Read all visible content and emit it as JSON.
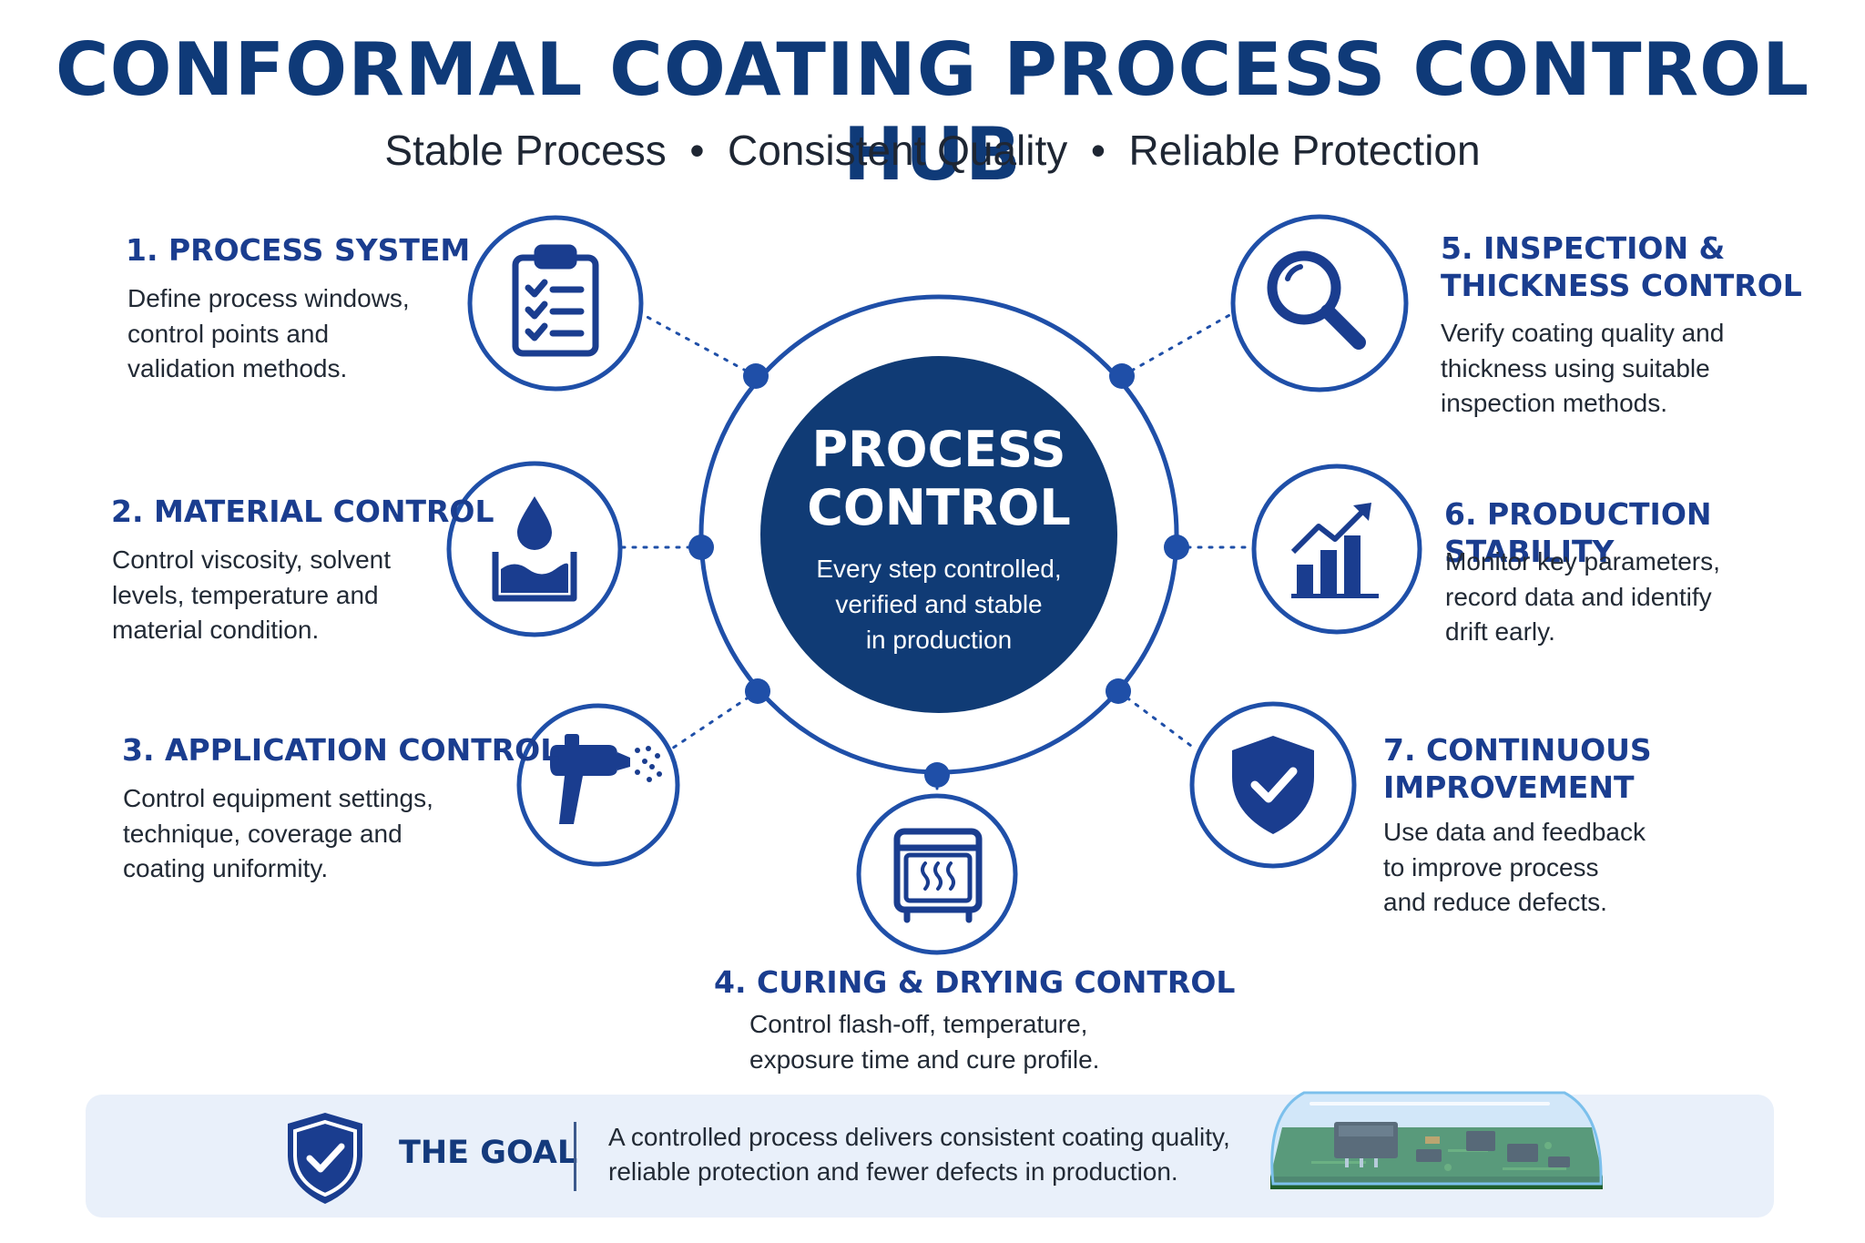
{
  "header": {
    "title": "CONFORMAL COATING PROCESS CONTROL HUB",
    "subtitle": "Stable Process  •  Consistent Quality  •  Reliable Protection"
  },
  "center": {
    "title": "PROCESS\nCONTROL",
    "description": "Every step controlled,\nverified and stable\nin production"
  },
  "steps": [
    {
      "title": "1. PROCESS SYSTEM",
      "description": "Define process windows,\ncontrol points and\nvalidation methods.",
      "icon": "clipboard-checklist-icon"
    },
    {
      "title": "2. MATERIAL CONTROL",
      "description": "Control viscosity, solvent\nlevels, temperature and\nmaterial condition.",
      "icon": "liquid-drop-tank-icon"
    },
    {
      "title": "3. APPLICATION CONTROL",
      "description": "Control equipment settings,\ntechnique, coverage and\ncoating uniformity.",
      "icon": "spray-gun-icon"
    },
    {
      "title": "4. CURING & DRYING CONTROL",
      "description": "Control flash-off, temperature,\nexposure time and cure profile.",
      "icon": "curing-oven-icon"
    },
    {
      "title": "5. INSPECTION &\nTHICKNESS CONTROL",
      "description": "Verify coating quality and\nthickness using suitable\ninspection methods.",
      "icon": "magnifier-icon"
    },
    {
      "title": "6. PRODUCTION STABILITY",
      "description": "Monitor key parameters,\nrecord data and identify\ndrift early.",
      "icon": "bar-chart-trend-icon"
    },
    {
      "title": "7. CONTINUOUS\nIMPROVEMENT",
      "description": "Use data and feedback\nto improve process\nand reduce defects.",
      "icon": "shield-check-icon"
    }
  ],
  "goal": {
    "label": "THE GOAL",
    "text": "A controlled process delivers consistent coating quality,\nreliable protection and fewer defects in production.",
    "icon": "shield-check-icon",
    "image": "coated-circuit-board"
  },
  "colors": {
    "navy": "#0f3a78",
    "accent_blue": "#1f4fa8",
    "center_fill": "#103b75",
    "panel_bg": "#e9f0fa",
    "pcb_green": "#2f7a3a"
  }
}
